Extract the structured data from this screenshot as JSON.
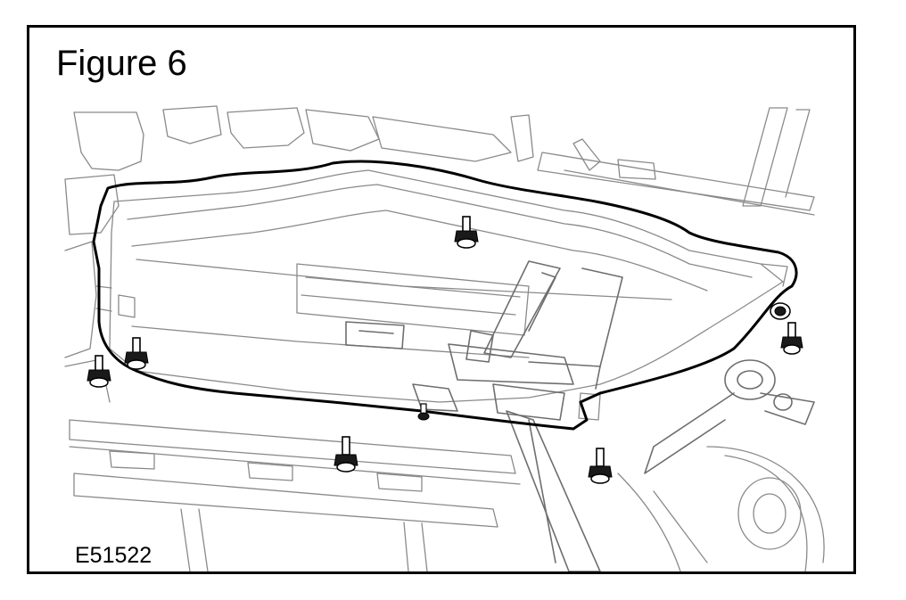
{
  "figure": {
    "title": "Figure 6",
    "reference_code": "E51522"
  },
  "callouts": {
    "bolt_count": 8
  },
  "colors": {
    "frame": "#000000",
    "outline": "#000000",
    "linework": "#8a8a8a",
    "background": "#ffffff"
  }
}
